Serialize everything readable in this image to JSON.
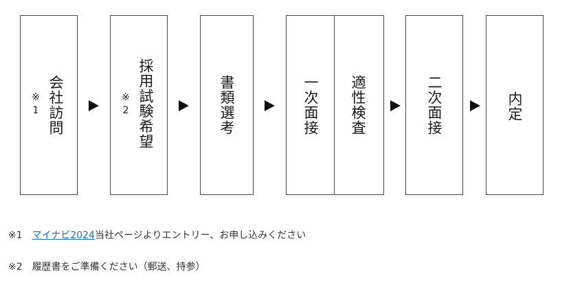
{
  "flow": {
    "steps": [
      {
        "label": "会社訪問",
        "note_mark": "※",
        "note_num": "1"
      },
      {
        "label": "採用試験希望",
        "note_mark": "※",
        "note_num": "2"
      },
      {
        "label": "書類選考"
      },
      {
        "label": "一次面接",
        "label_b": "適性検査"
      },
      {
        "label": "二次面接"
      },
      {
        "label": "内定"
      }
    ]
  },
  "notes": [
    {
      "mark": "※1",
      "link_text": "マイナビ2024",
      "text": "当社ページよりエントリー、お申し込みください"
    },
    {
      "mark": "※2",
      "text": "履歴書をご準備ください（郵送、持参）"
    }
  ],
  "colors": {
    "border": "#444444",
    "arrow": "#111111",
    "link": "#1a6fb3"
  }
}
